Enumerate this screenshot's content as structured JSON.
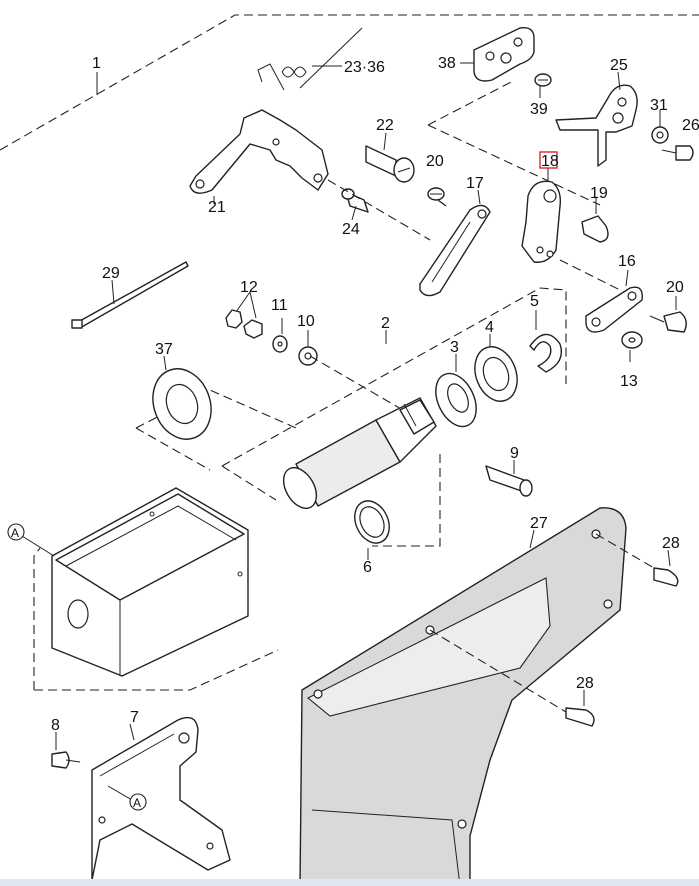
{
  "labels": {
    "p1": "1",
    "p2": "2",
    "p3": "3",
    "p4": "4",
    "p5": "5",
    "p6": "6",
    "p7": "7",
    "p8": "8",
    "p9": "9",
    "p10": "10",
    "p11": "11",
    "p12": "12",
    "p13": "13",
    "p16": "16",
    "p17": "17",
    "p18": "18",
    "p19": "19",
    "p20a": "20",
    "p20b": "20",
    "p21": "21",
    "p22": "22",
    "p2336": "23·36",
    "p24": "24",
    "p25": "25",
    "p26": "26",
    "p27": "27",
    "p28a": "28",
    "p28b": "28",
    "p29": "29",
    "p31": "31",
    "p37": "37",
    "p38": "38",
    "p39": "39",
    "refA1": "A",
    "refA2": "A"
  },
  "colors": {
    "highlight": "#e0242a",
    "line": "#222222",
    "panel": "#d9d9d9",
    "bottom_bar": "#dfe7f1"
  }
}
